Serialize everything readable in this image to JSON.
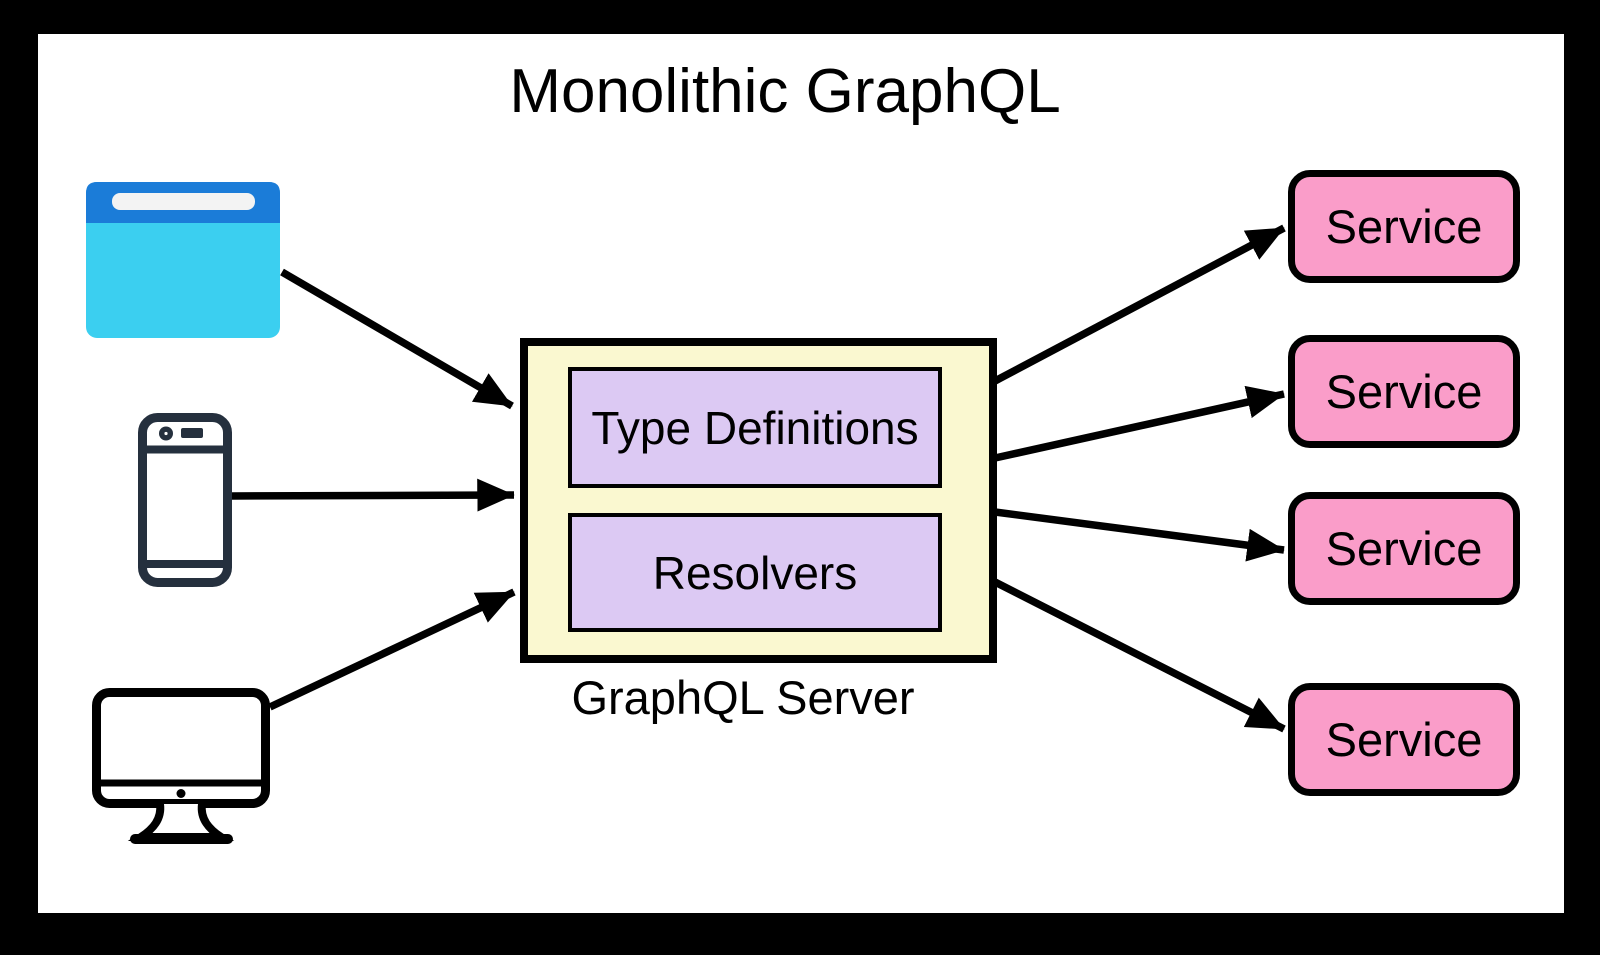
{
  "title": "Monolithic GraphQL",
  "clients": [
    {
      "name": "web-browser",
      "icon": "browser-window-icon"
    },
    {
      "name": "mobile-app",
      "icon": "smartphone-icon"
    },
    {
      "name": "desktop-app",
      "icon": "desktop-computer-icon"
    }
  ],
  "server": {
    "label": "GraphQL Server",
    "components": [
      {
        "label": "Type Definitions"
      },
      {
        "label": "Resolvers"
      }
    ]
  },
  "services": [
    {
      "label": "Service"
    },
    {
      "label": "Service"
    },
    {
      "label": "Service"
    },
    {
      "label": "Service"
    }
  ],
  "connections": [
    {
      "from": "web-browser",
      "to": "graphql-server"
    },
    {
      "from": "mobile-app",
      "to": "graphql-server"
    },
    {
      "from": "desktop-app",
      "to": "graphql-server"
    },
    {
      "from": "graphql-server",
      "to": "service-1"
    },
    {
      "from": "graphql-server",
      "to": "service-2"
    },
    {
      "from": "graphql-server",
      "to": "service-3"
    },
    {
      "from": "graphql-server",
      "to": "service-4"
    }
  ],
  "colors": {
    "frame": "#000000",
    "canvas": "#FFFFFF",
    "ink": "#000000",
    "server_bg": "#FAF8D0",
    "component_bg": "#DCC9F3",
    "service_bg": "#FA9DC9",
    "browser_header": "#1B7CD8",
    "browser_body": "#3BCFF0",
    "browser_address_bar": "#F3F3F3",
    "phone_ink": "#25303E"
  }
}
